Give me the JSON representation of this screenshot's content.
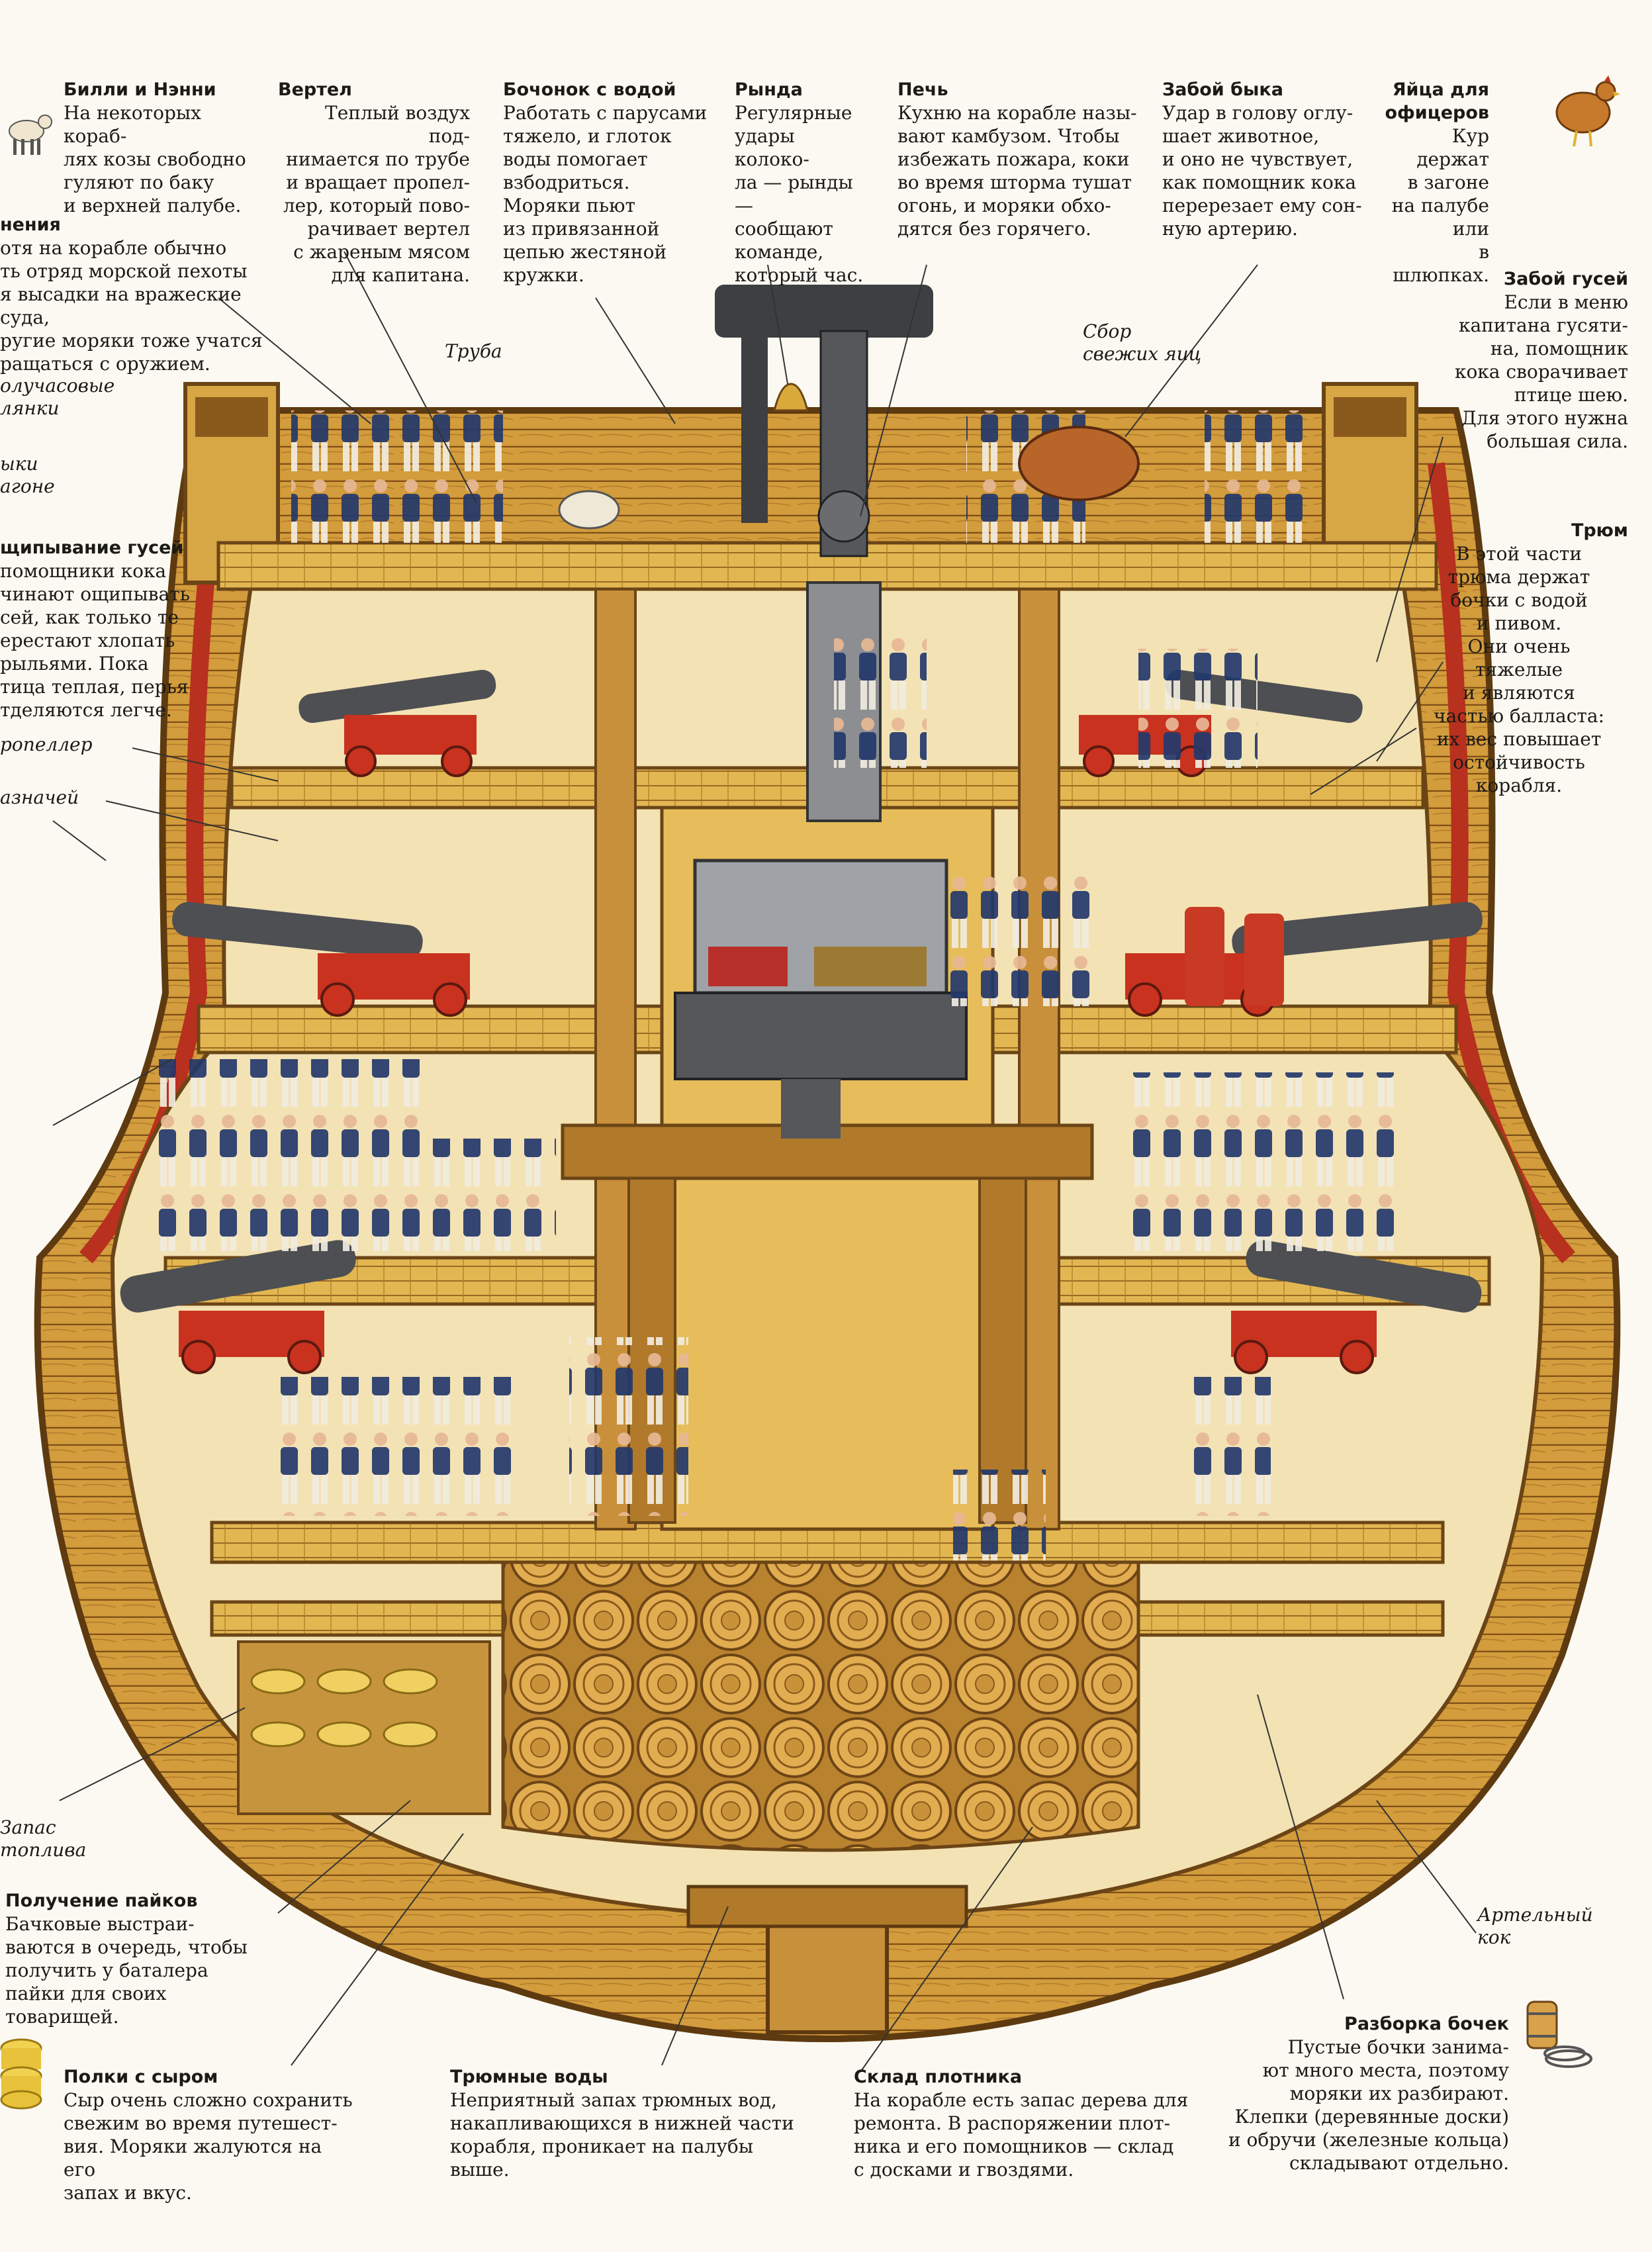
{
  "annotations": {
    "billy_nanny": {
      "title": "Билли и Нэнни",
      "text": "На некоторых кораб-\nлях козы свободно\nгуляют по баку\nи верхней палубе."
    },
    "spit": {
      "title": "Вертел",
      "text": "Теплый воздух под-\nнимается по трубе\nи вращает пропел-\nлер, который пово-\nрачивает вертел\nс жареным мясом\nдля капитана."
    },
    "water_cask": {
      "title": "Бочонок с водой",
      "text": "Работать с парусами\nтяжело, и глоток\nводы помогает\nвзбодриться.\nМоряки пьют\nиз привязанной\nцепью жестяной\nкружки."
    },
    "bell": {
      "title": "Рында",
      "text": "Регулярные\nудары колоко-\nла — рынды —\nсообщают\nкоманде,\nкоторый час."
    },
    "stove": {
      "title": "Печь",
      "text": "Кухню на корабле назы-\nвают камбузом. Чтобы\nизбежать пожара, коки\nво время шторма тушат\nогонь, и моряки обхо-\nдятся без горячего."
    },
    "ox": {
      "title": "Забой быка",
      "text": "Удар в голову оглу-\nшает животное,\nи оно не чувствует,\nкак помощник кока\nперерезает ему сон-\nную артерию."
    },
    "eggs": {
      "title": "Яйца для\nофицеров",
      "text": "Кур держат\nв загоне\nна палубе\nили\nв шлюпках."
    },
    "exercise": {
      "title": "нения",
      "text": "отя на корабле обычно\nть отряд морской пехоты\nя высадки на вражеские суда,\nругие моряки тоже учатся\nращаться с оружием."
    },
    "geese_kill": {
      "title": "Забой гусей",
      "text": "Если в меню\nкапитана гусяти-\nна, помощник\nкока сворачивает\nптице шею.\nДля этого нужна\nбольшая сила."
    },
    "plucking": {
      "title": "щипывание гусей",
      "text": "помощники кока\nчинают ощипывать\nсей, как только те\nерестают хлопать\nрыльями. Пока\nтица теплая, перья\nтделяются легче."
    },
    "hold": {
      "title": "Трюм",
      "text": "В этой части\nтрюма держат\nбочки с водой\nи пивом.\nОни очень\nтяжелые\nи являются\nчастью балласта:\nих вес повышает\nостойчивость\nкорабля."
    },
    "rations": {
      "title": "Получение пайков",
      "text": "Бачковые выстраи-\nваются в очередь, чтобы\nполучить у баталера\nпайки для своих товарищей."
    },
    "cheese": {
      "title": "Полки с сыром",
      "text": "Сыр очень сложно сохранить\nсвежим во время путешест-\nвия. Моряки жалуются на его\nзапах и вкус."
    },
    "bilge": {
      "title": "Трюмные воды",
      "text": "Неприятный запах трюмных вод,\nнакапливающихся в нижней части\nкорабля, проникает на палубы\nвыше."
    },
    "carpenter": {
      "title": "Склад плотника",
      "text": "На корабле есть запас дерева для\nремонта. В распоряжении плот-\nника и его помощников — склад\nс досками и гвоздями."
    },
    "barrels": {
      "title": "Разборка бочек",
      "text": "Пустые бочки занима-\nют много места, поэтому\nморяки их разбирают.\nКлепки (деревянные доски)\nи обручи (железные кольца)\nскладывают отдельно."
    }
  },
  "labels": {
    "pipe": "Труба",
    "egg_collect": "Сбор\nсвежих яиц",
    "half_hour": "олучасовые\nлянки",
    "pens": "ыки\nагоне",
    "propeller": "ропеллер",
    "purser": "азначей",
    "fuel": "Запас\nтоплива",
    "mess_cook": "Артельный\nкок"
  },
  "colors": {
    "paper": "#fbf9f2",
    "wood_light": "#e8c15a",
    "wood_mid": "#cf9a35",
    "wood_dark": "#8c5a1e",
    "cannon": "#4d4f52",
    "carriage": "#c8321f",
    "uniform_blue": "#23386b",
    "officer_red": "#c83a23"
  },
  "icons": [
    "goat-icon",
    "hen-icon",
    "cheese-icon",
    "barrel-hoops-icon"
  ]
}
